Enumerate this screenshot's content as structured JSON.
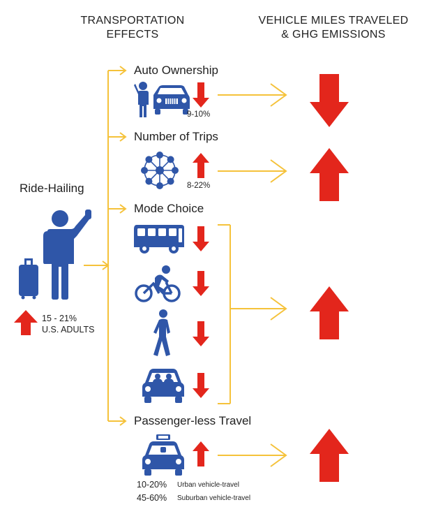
{
  "headers": {
    "transport_line1": "TRANSPORTATION",
    "transport_line2": "EFFECTS",
    "vmt_line1": "VEHICLE MILES TRAVELED",
    "vmt_line2": "& GHG EMISSIONS"
  },
  "left": {
    "title": "Ride-Hailing",
    "stat_range": "15 - 21%",
    "stat_label": "U.S. ADULTS"
  },
  "effects": [
    {
      "label": "Auto Ownership",
      "change": "9-10%",
      "direction": "down",
      "vmt_direction": "down"
    },
    {
      "label": "Number of Trips",
      "change": "8-22%",
      "direction": "up",
      "vmt_direction": "up"
    },
    {
      "label": "Mode Choice",
      "direction": "down",
      "vmt_direction": "up",
      "modes": [
        "bus-icon",
        "bicycle-icon",
        "walking-icon",
        "carpool-icon"
      ]
    },
    {
      "label": "Passenger-less Travel",
      "direction": "up",
      "vmt_direction": "up",
      "rows": [
        {
          "value": "10-20%",
          "desc": "Urban vehicle-travel"
        },
        {
          "value": "45-60%",
          "desc": "Suburban vehicle-travel"
        }
      ]
    }
  ],
  "colors": {
    "icon_blue": "#2f56a8",
    "arrow_red": "#e3261c",
    "connector_yellow": "#f5c23a"
  }
}
